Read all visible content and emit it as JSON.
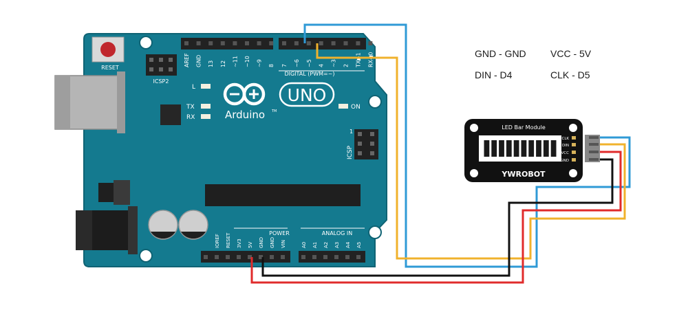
{
  "board": {
    "brand": "Arduino",
    "tm": "TM",
    "model": "UNO",
    "reset_label": "RESET",
    "icsp2_label": "ICSP2",
    "icsp_label": "ICSP",
    "icsp_pin1": "1",
    "led_l": "L",
    "led_tx": "TX",
    "led_rx": "RX",
    "on_label": "ON",
    "digital_label": "DIGITAL (PWM=~)",
    "power_label": "POWER",
    "analog_label": "ANALOG IN",
    "top_pins": [
      "AREF",
      "GND",
      "13",
      "12",
      "~11",
      "~10",
      "~9",
      "8",
      "7",
      "~6",
      "~5",
      "4",
      "~3",
      "2",
      "TX▶1",
      "RX◀0"
    ],
    "power_pins": [
      "IOREF",
      "RESET",
      "3V3",
      "5V",
      "GND",
      "GND",
      "VIN"
    ],
    "analog_pins": [
      "A0",
      "A1",
      "A2",
      "A3",
      "A4",
      "A5"
    ]
  },
  "module": {
    "title": "LED Bar Module",
    "brand": "YWROBOT",
    "pins": [
      "CLK",
      "DIN",
      "VCC",
      "GND"
    ],
    "segment_count": 10
  },
  "legend": [
    [
      "GND - GND",
      "VCC - 5V"
    ],
    [
      "DIN - D4",
      "CLK - D5"
    ]
  ],
  "wire_colors": {
    "clk": "#2f9ad6",
    "din": "#f0b22c",
    "vcc": "#e02b2b",
    "gnd": "#111111"
  },
  "board_color": "#147a8f"
}
